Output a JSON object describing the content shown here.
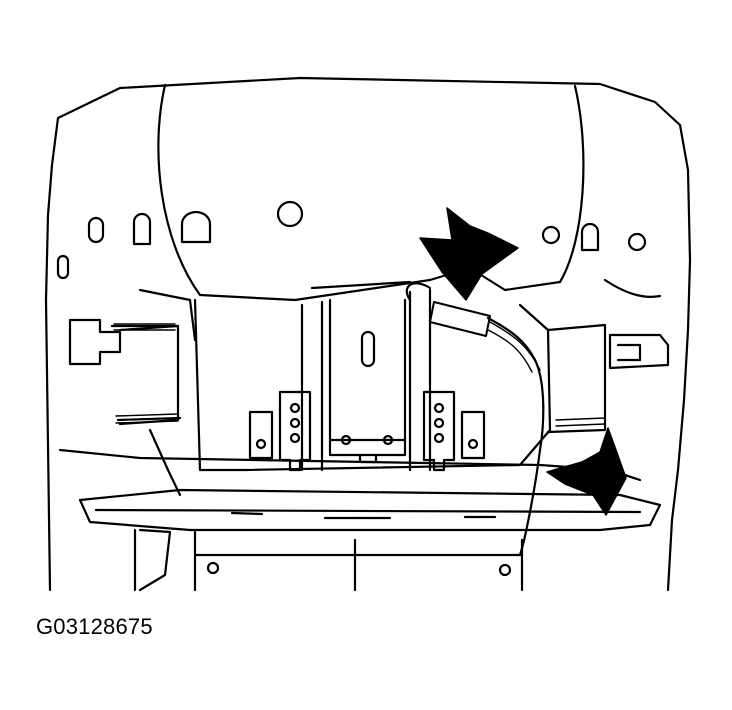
{
  "figure": {
    "code": "G03128675",
    "subject": "seat-back-assembly",
    "arrow_count": 2
  },
  "colors": {
    "line": "#000000",
    "background": "#ffffff"
  }
}
